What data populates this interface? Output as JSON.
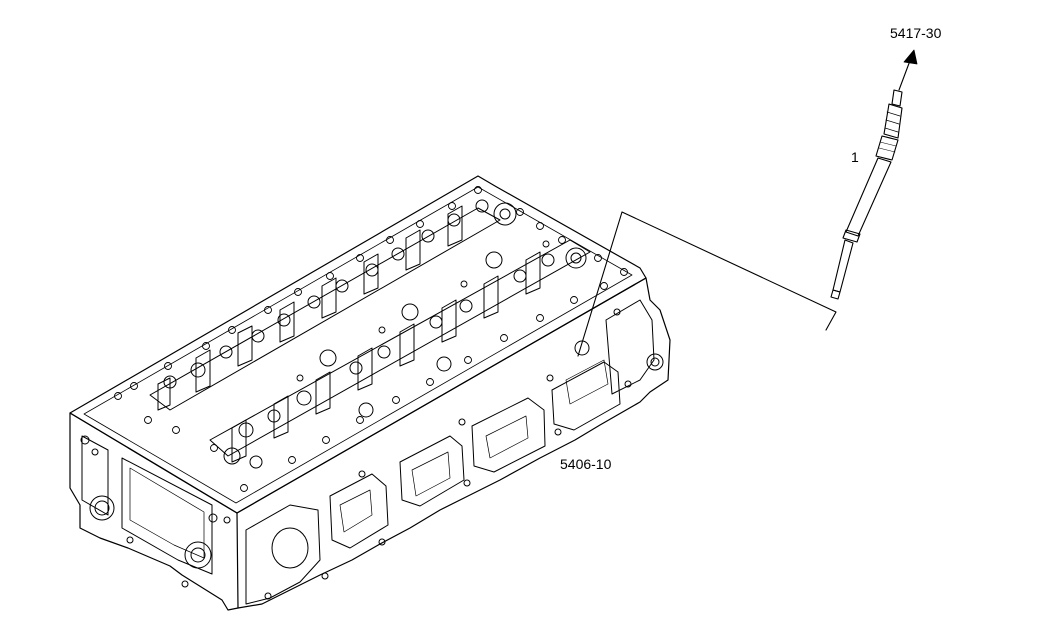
{
  "labels": {
    "part_ref_top": "5417-30",
    "callout_1": "1",
    "part_ref_bottom": "5406-10"
  }
}
